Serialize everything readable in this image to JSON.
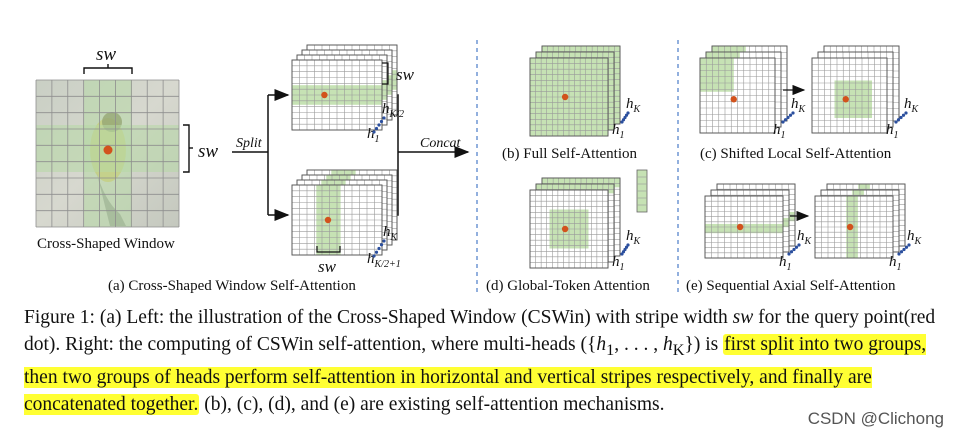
{
  "figure": {
    "sw_top": "sw",
    "sw_side": "sw",
    "sw_small": "sw",
    "sw_bottom": "sw",
    "cross_shaped_window": "Cross-Shaped Window",
    "split": "Split",
    "concat": "Concat",
    "h_K2": "h",
    "h_K2_sub": "K/2",
    "h_1a": "h",
    "h_1a_sub": "1",
    "h_K": "h",
    "h_K_sub": "K",
    "h_K21": "h",
    "h_K21_sub": "K/2+1",
    "caption_a": "(a) Cross-Shaped Window Self-Attention",
    "caption_b": "(b) Full Self-Attention",
    "caption_c": "(c) Shifted Local Self-Attention",
    "caption_d": "(d) Global-Token Attention",
    "caption_e": "(e) Sequential Axial Self-Attention",
    "hK": "h",
    "hK_sub": "K",
    "h1": "h",
    "h1_sub": "1"
  },
  "caption": {
    "part1": "Figure 1: (a) Left: the illustration of the Cross-Shaped Window (CSWin) with stripe width ",
    "sw": "sw",
    "part2": " for the query point(red dot). Right: the computing of CSWin self-attention, where multi-heads ({",
    "h1": "h",
    "h1_sub": "1",
    "dots": ", . . . , ",
    "hK": "h",
    "hK_sub": "K",
    "part3": "}) is ",
    "highlight": "first split into two groups, then two groups of heads perform self-attention in horizontal and vertical stripes respectively, and finally are concatenated together.",
    "part4": " (b), (c), (d), and (e) are existing self-attention mechanisms."
  },
  "watermark": "CSDN @Clichong",
  "colors": {
    "green": "#c6e2b4",
    "grid": "#9a9a9a",
    "red": "#d2521c",
    "dots": "#2b4f9e",
    "highlight": "#ffff33",
    "separator": "#4a7bc8"
  }
}
